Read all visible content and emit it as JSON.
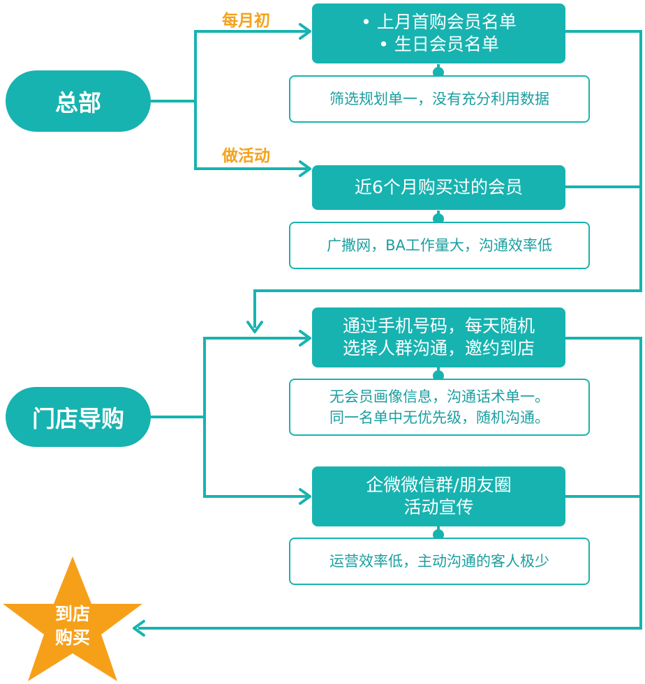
{
  "colors": {
    "teal": "#17b3b0",
    "orange": "#f4a21c",
    "note_text": "#1b9ea0"
  },
  "actors": {
    "hq": "总部",
    "store": "门店导购"
  },
  "labels": {
    "monthly": "每月初",
    "event": "做活动"
  },
  "boxes": {
    "box1": {
      "line1": "• 上月首购会员名单",
      "line2": "• 生日会员名单"
    },
    "box2": {
      "line1": "近6个月购买过的会员"
    },
    "box3": {
      "line1": "通过手机号码，每天随机",
      "line2": "选择人群沟通，邀约到店"
    },
    "box4": {
      "line1": "企微微信群/朋友圈",
      "line2": "活动宣传"
    }
  },
  "notes": {
    "note1": {
      "line1": "筛选规划单一，没有充分利用数据"
    },
    "note2": {
      "line1": "广撒网，BA工作量大，沟通效率低"
    },
    "note3": {
      "line1": "无会员画像信息，沟通话术单一。",
      "line2": "同一名单中无优先级，随机沟通。"
    },
    "note4": {
      "line1": "运营效率低，主动沟通的客人极少"
    }
  },
  "star": {
    "line1": "到店",
    "line2": "购买"
  }
}
